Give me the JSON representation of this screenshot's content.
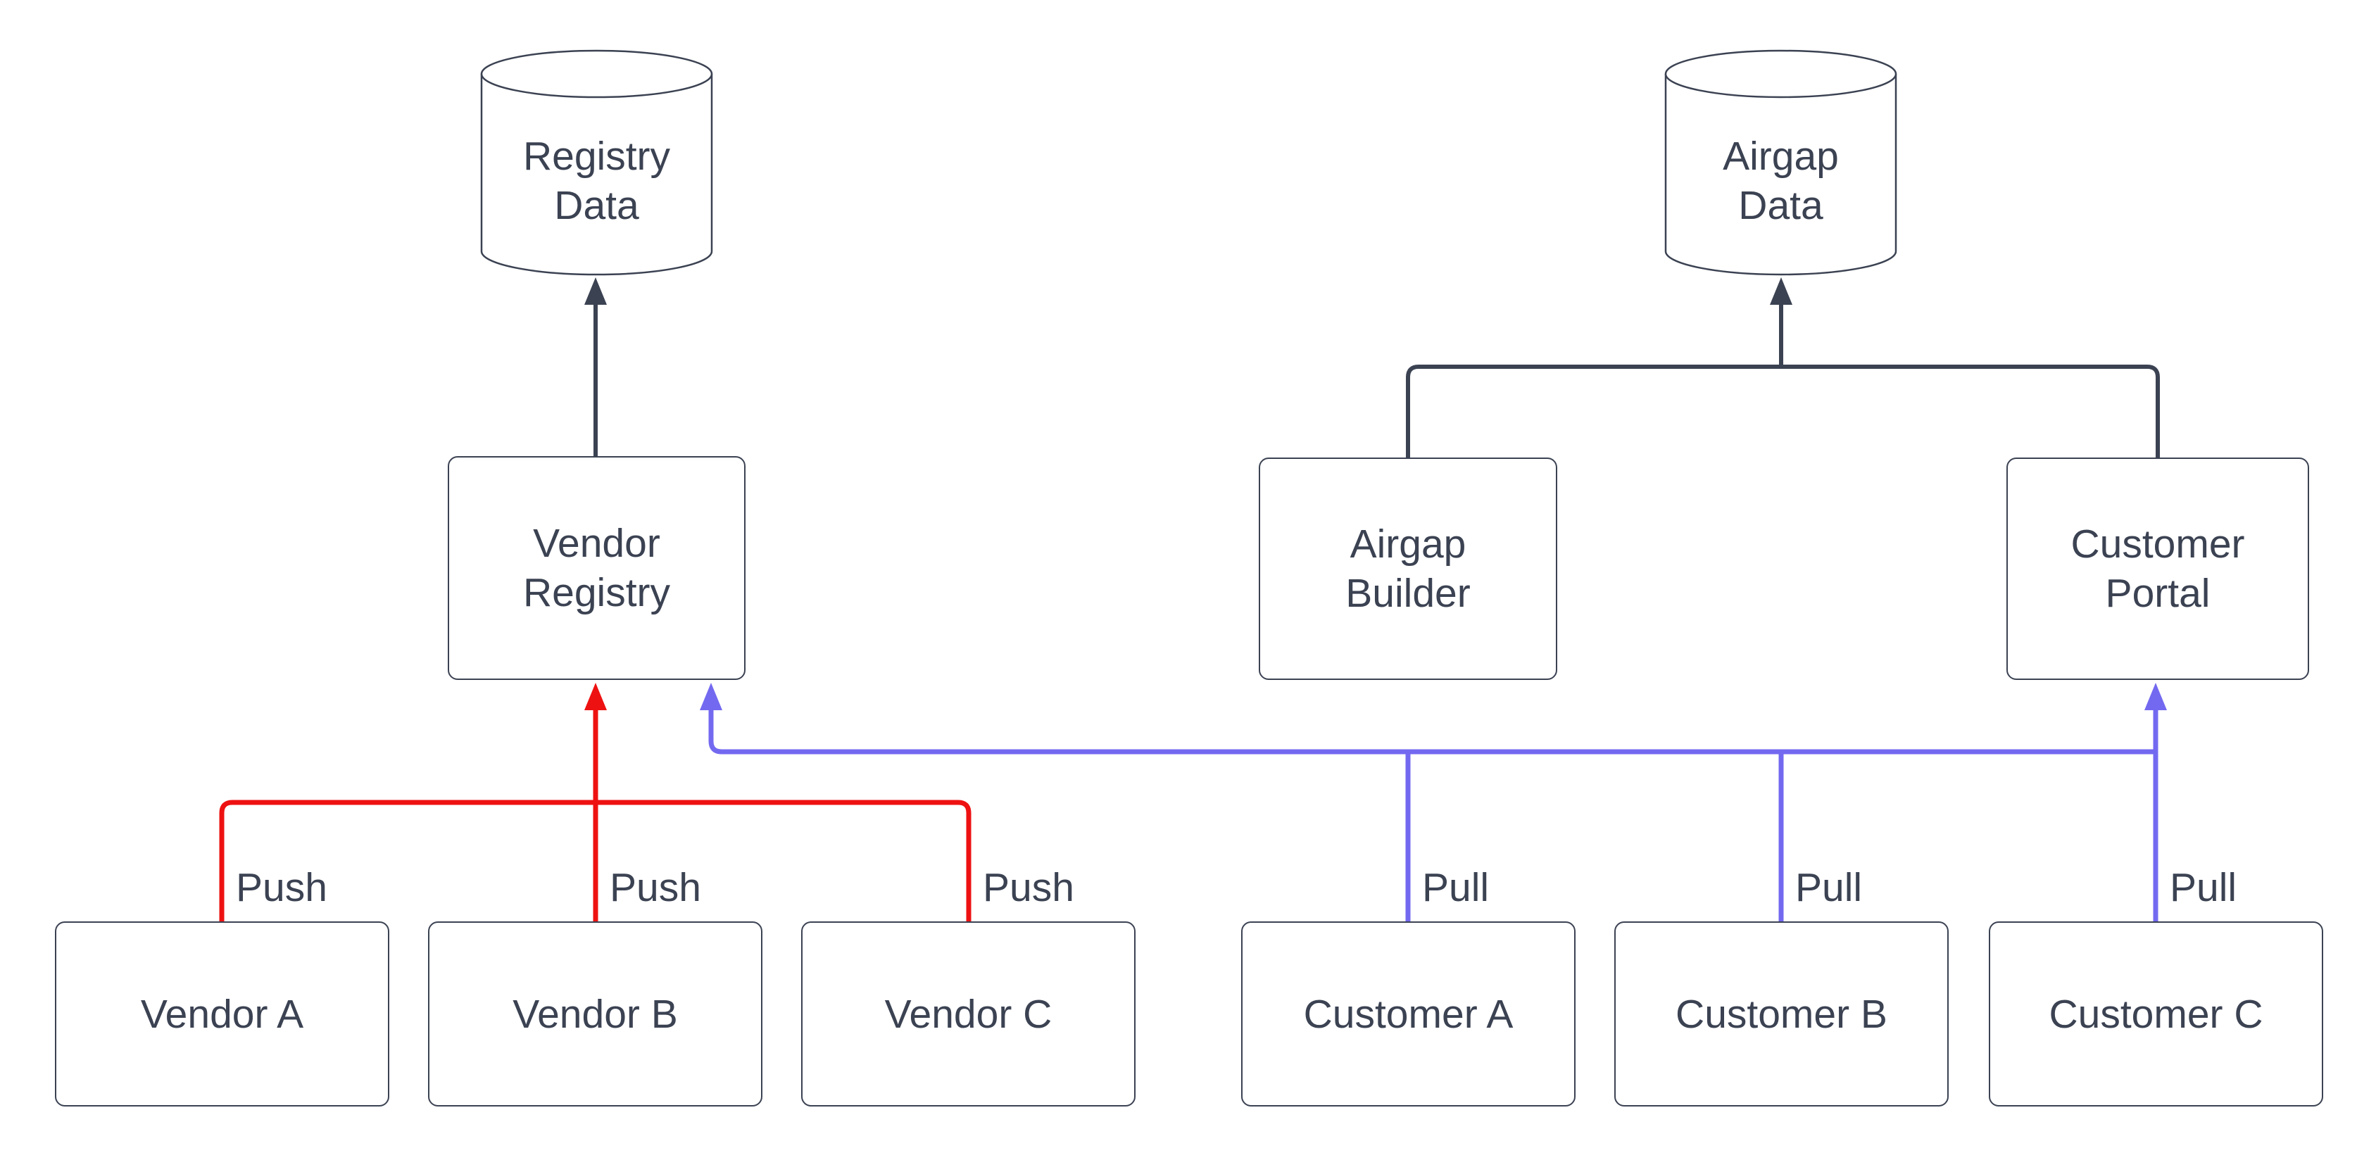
{
  "colors": {
    "dark": "#3b4252",
    "red": "#ee1111",
    "blue": "#7369f0"
  },
  "nodes": {
    "registry_data": {
      "line1": "Registry",
      "line2": "Data"
    },
    "airgap_data": {
      "line1": "Airgap",
      "line2": "Data"
    },
    "vendor_registry": {
      "line1": "Vendor",
      "line2": "Registry"
    },
    "airgap_builder": {
      "line1": "Airgap",
      "line2": "Builder"
    },
    "customer_portal": {
      "line1": "Customer",
      "line2": "Portal"
    },
    "vendor_a": {
      "label": "Vendor A"
    },
    "vendor_b": {
      "label": "Vendor B"
    },
    "vendor_c": {
      "label": "Vendor C"
    },
    "customer_a": {
      "label": "Customer A"
    },
    "customer_b": {
      "label": "Customer B"
    },
    "customer_c": {
      "label": "Customer C"
    }
  },
  "edge_labels": {
    "push_a": "Push",
    "push_b": "Push",
    "push_c": "Push",
    "pull_a": "Pull",
    "pull_b": "Pull",
    "pull_c": "Pull"
  }
}
